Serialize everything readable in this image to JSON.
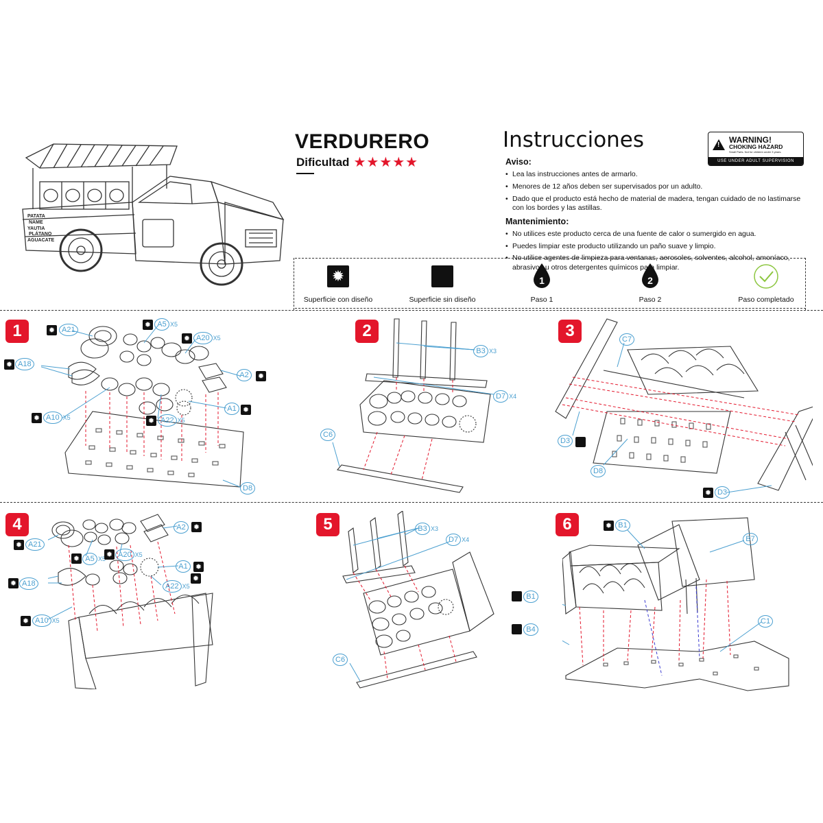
{
  "header": {
    "title": "VERDURERO",
    "difficulty_label": "Dificultad",
    "difficulty_stars": "★★★★★",
    "instructions_title": "Instrucciones"
  },
  "notice": {
    "heading": "Aviso:",
    "items": [
      "Lea las instrucciones antes de armarlo.",
      "Menores de 12 años deben ser supervisados por un adulto.",
      "Dado que el producto está hecho de material de madera, tengan cuidado de no lastimarse con los bordes y las astillas."
    ]
  },
  "maintenance": {
    "heading": "Mantenimiento:",
    "items": [
      "No utilices este producto cerca de una fuente de calor o sumergido en agua.",
      "Puedes limpiar este producto utilizando un paño suave y limpio.",
      "No utilice agentes de limpieza para ventanas, aerosoles, solventes, alcohol, amoníaco, abrasivos u otros detergentes químicos para limpiar."
    ]
  },
  "warning": {
    "line1": "WARNING!",
    "line2": "CHOKING HAZARD",
    "line3": "Small Parts. Not for children under 3 years.",
    "bottom": "USE UNDER ADULT SUPERVISION"
  },
  "legend": [
    {
      "label": "Superficie con diseño",
      "icon": "patterned-surface-icon"
    },
    {
      "label": "Superficie sin diseño",
      "icon": "plain-surface-icon"
    },
    {
      "label": "Paso 1",
      "icon": "step-1-drop-icon",
      "num": "1"
    },
    {
      "label": "Paso 2",
      "icon": "step-2-drop-icon",
      "num": "2"
    },
    {
      "label": "Paso completado",
      "icon": "check-icon"
    }
  ],
  "truck_text": {
    "l1": "PATATA",
    "l2": "NAME",
    "l3": "YAUTIA",
    "l4": "PLÁTANO",
    "l5": "AGUACATE"
  },
  "steps": [
    {
      "num": "1",
      "labels": [
        {
          "id": "A21",
          "x": ""
        },
        {
          "id": "A5",
          "x": "X5"
        },
        {
          "id": "A20",
          "x": "X5"
        },
        {
          "id": "A18",
          "x": ""
        },
        {
          "id": "A2",
          "x": ""
        },
        {
          "id": "A1",
          "x": ""
        },
        {
          "id": "A10",
          "x": "X5"
        },
        {
          "id": "A22",
          "x": "X5"
        },
        {
          "id": "D8",
          "x": ""
        }
      ]
    },
    {
      "num": "2",
      "labels": [
        {
          "id": "B3",
          "x": "X3"
        },
        {
          "id": "D7",
          "x": "X4"
        },
        {
          "id": "C6",
          "x": ""
        }
      ]
    },
    {
      "num": "3",
      "labels": [
        {
          "id": "C7",
          "x": ""
        },
        {
          "id": "D3",
          "x": ""
        },
        {
          "id": "D8",
          "x": ""
        },
        {
          "id": "D3",
          "x": ""
        }
      ]
    },
    {
      "num": "4",
      "labels": [
        {
          "id": "A2",
          "x": ""
        },
        {
          "id": "A21",
          "x": ""
        },
        {
          "id": "A5",
          "x": "X5"
        },
        {
          "id": "A20",
          "x": "X5"
        },
        {
          "id": "A1",
          "x": ""
        },
        {
          "id": "A18",
          "x": ""
        },
        {
          "id": "A22",
          "x": "X5"
        },
        {
          "id": "A10",
          "x": "X5"
        }
      ]
    },
    {
      "num": "5",
      "labels": [
        {
          "id": "B3",
          "x": "X3"
        },
        {
          "id": "D7",
          "x": "X4"
        },
        {
          "id": "C6",
          "x": ""
        }
      ]
    },
    {
      "num": "6",
      "labels": [
        {
          "id": "B1",
          "x": ""
        },
        {
          "id": "B7",
          "x": ""
        },
        {
          "id": "B1",
          "x": ""
        },
        {
          "id": "B4",
          "x": ""
        },
        {
          "id": "C1",
          "x": ""
        }
      ]
    }
  ],
  "colors": {
    "accent": "#e3162b",
    "label": "#4a9fd0",
    "check": "#8cc63f",
    "guide": "#e3162b"
  }
}
